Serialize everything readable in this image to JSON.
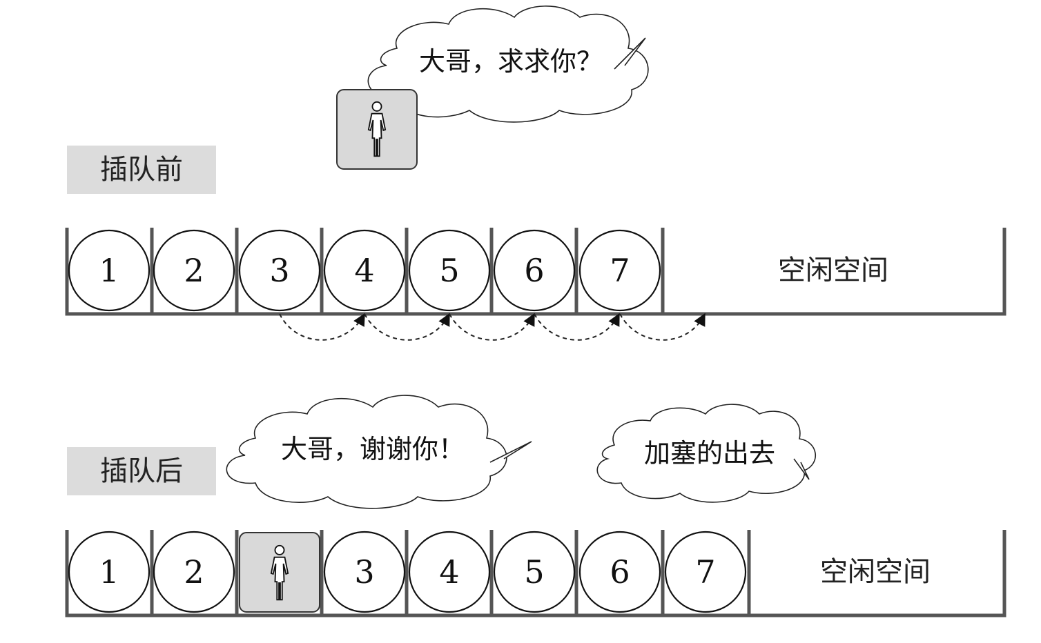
{
  "before": {
    "label": "插队前",
    "balls": [
      "1",
      "2",
      "3",
      "4",
      "5",
      "6",
      "7"
    ],
    "free_space": "空闲空间",
    "speech": "大哥，求求你？",
    "new_person_icon": "woman-icon"
  },
  "after": {
    "label": "插队后",
    "items": [
      "1",
      "2",
      "woman-icon",
      "3",
      "4",
      "5",
      "6",
      "7"
    ],
    "free_space": "空闲空间",
    "speech_thanks": "大哥，谢谢你！",
    "speech_squeeze": "加塞的出去"
  }
}
